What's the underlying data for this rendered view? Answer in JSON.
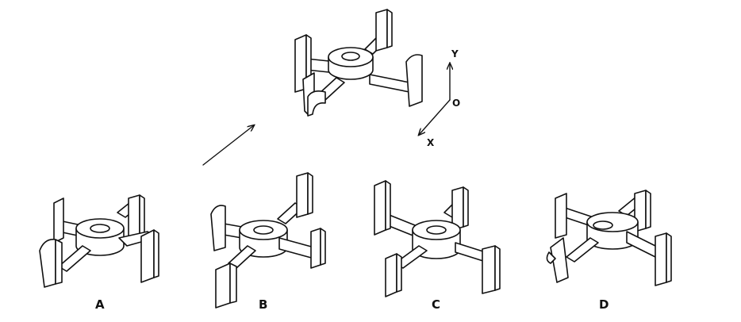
{
  "axes": {
    "y_label": "Y",
    "origin_label": "O",
    "x_label": "X"
  },
  "options": [
    {
      "key": "a",
      "label": "A"
    },
    {
      "key": "b",
      "label": "B"
    },
    {
      "key": "c",
      "label": "C"
    },
    {
      "key": "d",
      "label": "D"
    }
  ],
  "colors": {
    "line": "#111111",
    "background": "#ffffff"
  }
}
